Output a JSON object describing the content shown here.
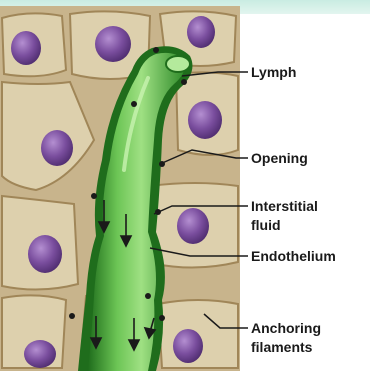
{
  "colors": {
    "top_band": "#c9ece2",
    "tissue_background": "#c8b48c",
    "cell_fill": "#ddd0ad",
    "cell_border": "#a08658",
    "nucleus": "#7a4e9e",
    "vessel_light": "#8fd873",
    "vessel_mid": "#4cae3a",
    "vessel_dark": "#1f6d1c",
    "arrow": "#1a1a1a",
    "leader_line": "#1a1a1a"
  },
  "labels": {
    "lymph": "Lymph",
    "opening": "Opening",
    "interstitial_line1": "Interstitial",
    "interstitial_line2": "fluid",
    "endothelium": "Endothelium",
    "anchoring_line1": "Anchoring",
    "anchoring_line2": "filaments"
  },
  "icons": {
    "flow_arrow": "arrow-down-icon"
  }
}
